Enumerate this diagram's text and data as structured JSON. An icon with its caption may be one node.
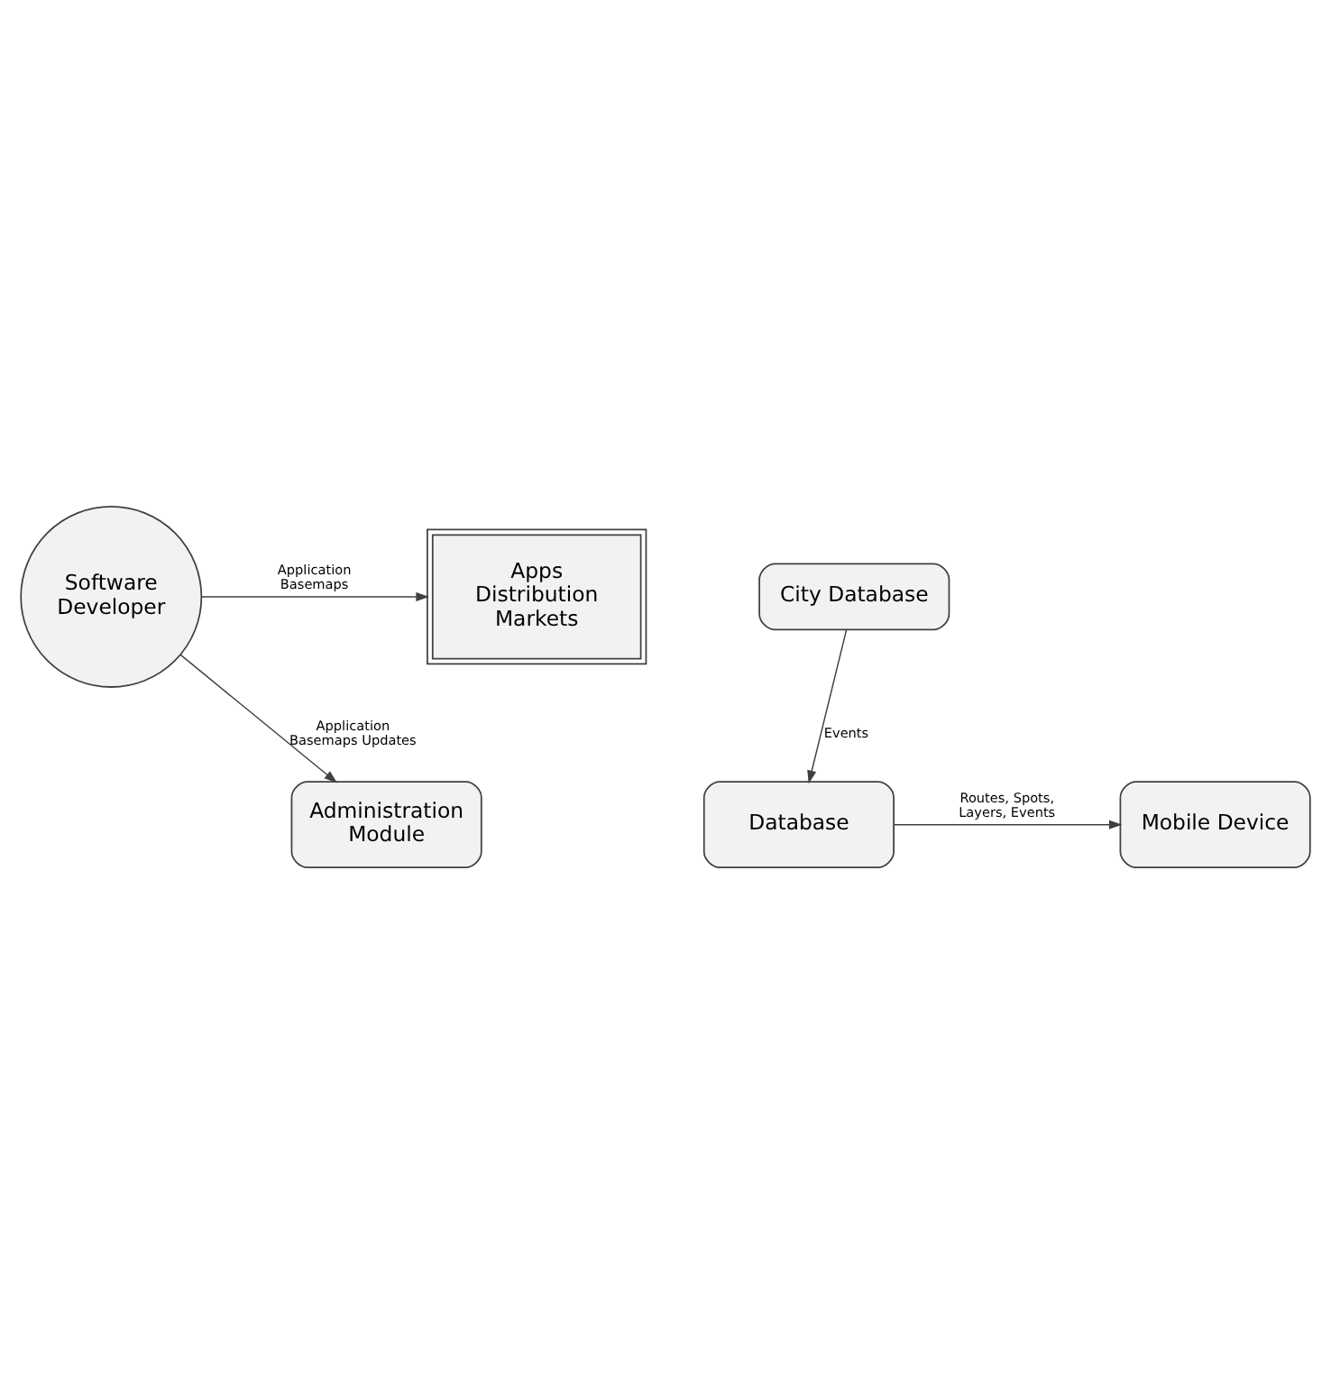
{
  "diagram": {
    "nodes": [
      {
        "text": [
          "Software Developer"
        ]
      },
      {
        "text": [
          "Apps Distribution Markets"
        ]
      },
      {
        "text": [
          "Administration Module"
        ]
      },
      {
        "text": [
          "Database"
        ]
      },
      {
        "text": [
          "Mobile Device"
        ]
      },
      {
        "text": [
          "City Database"
        ]
      }
    ],
    "edges": [
      {
        "from": 0,
        "to": 1,
        "arrow": "to",
        "label": "Application Basemaps"
      },
      {
        "from": 0,
        "to": 2,
        "arrow": "to",
        "label": "Application Basemaps Updates"
      },
      {
        "from": 3,
        "to": 4,
        "arrow": "to",
        "label": "Routes, Spots, Layers, Events"
      },
      {
        "from": 5,
        "to": 3,
        "arrow": "to",
        "label": "Events"
      }
    ]
  }
}
